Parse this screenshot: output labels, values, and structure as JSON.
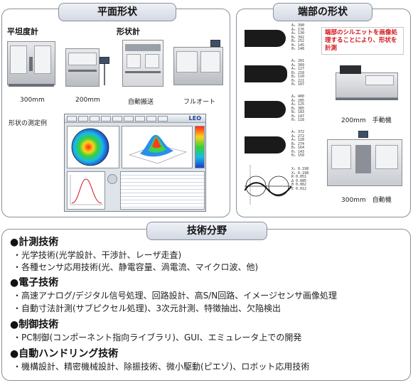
{
  "top_left": {
    "title": "平面形状",
    "machines": [
      {
        "group_label": "平坦度計",
        "caption": "300mm"
      },
      {
        "group_label": "",
        "caption": "200mm"
      },
      {
        "group_label": "形状計",
        "caption": "自動搬送"
      },
      {
        "group_label": "",
        "caption": "フルオート"
      }
    ],
    "example_label": "形状の測定例",
    "app_logo": "LEO"
  },
  "top_right": {
    "title": "端部の形状",
    "note": "端部のシルエットを画像処理することにより、形状を計測",
    "machine_captions": [
      "200mm　手動機",
      "300mm　自動機"
    ]
  },
  "bottom": {
    "title": "技術分野",
    "sections": [
      {
        "heading": "●計測技術",
        "items": [
          "・光学技術(光学設計、干渉計、レーザ走査)",
          "・各種センサ応用技術(光、静電容量、渦電流、マイクロ波、他)"
        ]
      },
      {
        "heading": "●電子技術",
        "items": [
          "・高速アナログ/デジタル信号処理、回路設計、高S/N回路、イメージセンサ画像処理",
          "・自動寸法計測(サブピクセル処理)、3次元計測、特徴抽出、欠陥検出"
        ]
      },
      {
        "heading": "●制御技術",
        "items": [
          "・PC制御(コンポーネント指向ライブラリ)、GUI、エミュレータ上での開発"
        ]
      },
      {
        "heading": "●自動ハンドリング技術",
        "items": [
          "・機構設計、精密機械設計、除振技術、微小駆動(ピエゾ)、ロボット応用技術"
        ]
      }
    ]
  }
}
